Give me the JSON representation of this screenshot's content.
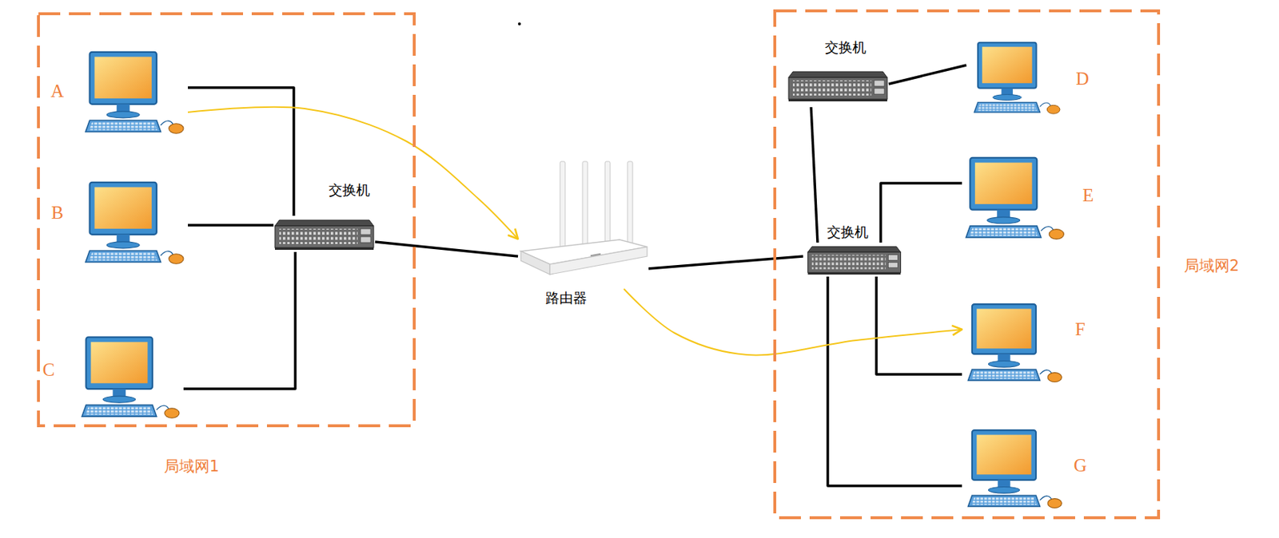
{
  "diagram": {
    "nodes": [
      {
        "text": [
          "局域网1"
        ]
      },
      {
        "text": [
          "A"
        ],
        "in": 0
      },
      {
        "text": [
          "B"
        ],
        "in": 0
      },
      {
        "text": [
          "C"
        ],
        "in": 0
      },
      {
        "text": [
          "交换机"
        ],
        "in": 0
      },
      {
        "text": [
          "路由器"
        ]
      },
      {
        "text": [
          "局域网2"
        ]
      },
      {
        "text": [
          "交换机"
        ],
        "in": 6
      },
      {
        "text": [
          "D"
        ],
        "in": 6
      },
      {
        "text": [
          "交换机"
        ],
        "in": 6
      },
      {
        "text": [
          "E"
        ],
        "in": 6
      },
      {
        "text": [
          "F"
        ],
        "in": 6
      },
      {
        "text": [
          "G"
        ],
        "in": 6
      }
    ],
    "edges": [
      {
        "from": 1,
        "to": 4,
        "arrow": "none"
      },
      {
        "from": 2,
        "to": 4,
        "arrow": "none"
      },
      {
        "from": 3,
        "to": 4,
        "arrow": "none"
      },
      {
        "from": 4,
        "to": 5,
        "arrow": "none"
      },
      {
        "from": 5,
        "to": 9,
        "arrow": "none"
      },
      {
        "from": 7,
        "to": 8,
        "arrow": "none"
      },
      {
        "from": 7,
        "to": 9,
        "arrow": "none"
      },
      {
        "from": 9,
        "to": 10,
        "arrow": "none"
      },
      {
        "from": 9,
        "to": 11,
        "arrow": "none"
      },
      {
        "from": 9,
        "to": 12,
        "arrow": "none"
      },
      {
        "from": 1,
        "to": 5,
        "arrow": "to"
      },
      {
        "from": 5,
        "to": 11,
        "arrow": "to"
      }
    ]
  }
}
